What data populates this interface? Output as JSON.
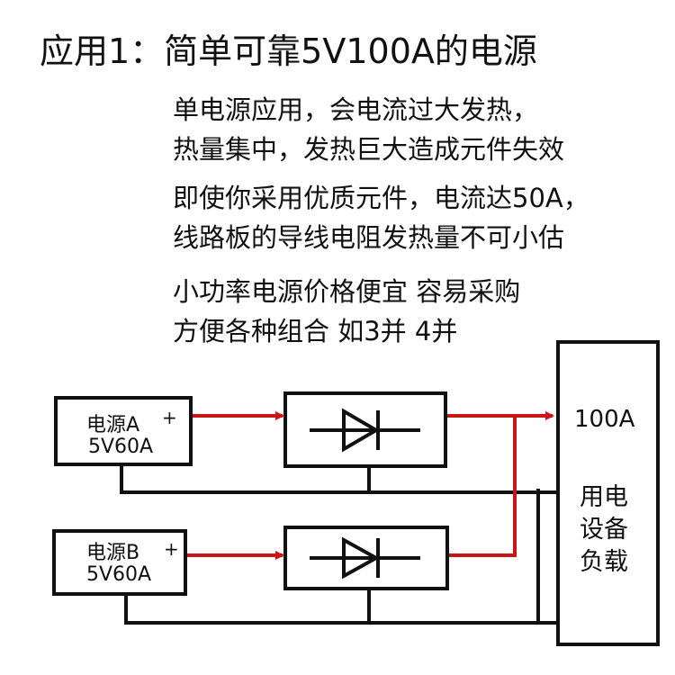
{
  "title": "应用1：简单可靠5V100A的电源",
  "paragraphs": [
    [
      "单电源应用，会电流过大发热，",
      "热量集中，发热巨大造成元件失效"
    ],
    [
      "即使你采用优质元件，电流达50A，",
      "线路板的导线电阻发热量不可小估"
    ],
    [
      "小功率电源价格便宜 容易采购",
      "方便各种组合 如3并 4并"
    ]
  ],
  "diagram": {
    "supply_a": {
      "name": "电源A",
      "spec": "5V60A",
      "plus": "+"
    },
    "supply_b": {
      "name": "电源B",
      "spec": "5V60A",
      "plus": "+"
    },
    "load": {
      "current": "100A",
      "lines": [
        "用电",
        "设备",
        "负载"
      ]
    },
    "colors": {
      "positive_wire": "#c81616",
      "ground_wire": "#111111"
    }
  }
}
